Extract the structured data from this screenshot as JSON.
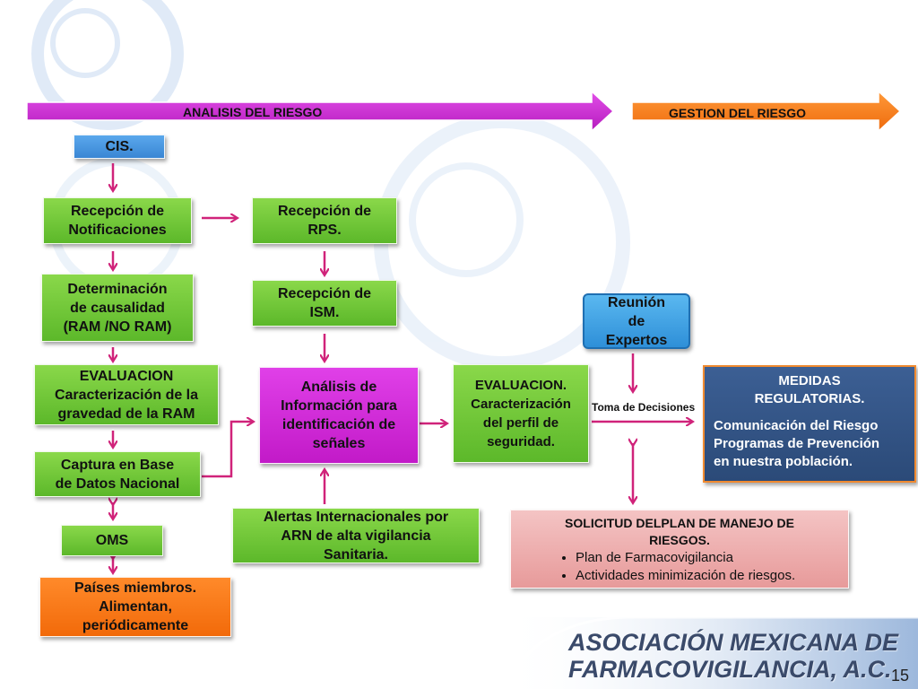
{
  "header": {
    "analysis_label": "ANALISIS DEL RIESGO",
    "management_label": "GESTION DEL RIESGO"
  },
  "nodes": {
    "cis": "CIS.",
    "recepcion_notificaciones": [
      "Recepción de",
      "Notificaciones"
    ],
    "determinacion": [
      "Determinación",
      "de causalidad",
      "(RAM /NO  RAM)"
    ],
    "evaluacion_ram": [
      "EVALUACION",
      "Caracterización de la",
      "gravedad de la RAM"
    ],
    "captura": [
      "Captura en Base",
      "de Datos Nacional"
    ],
    "oms": "OMS",
    "paises": [
      "Países miembros.",
      "Alimentan,",
      "periódicamente"
    ],
    "recepcion_rps": [
      "Recepción de",
      "RPS."
    ],
    "recepcion_ism": [
      "Recepción de",
      "ISM."
    ],
    "analisis": [
      "Análisis de",
      "Información para",
      "identificación de",
      "señales"
    ],
    "alertas": [
      "Alertas Internacionales por",
      "ARN de alta vigilancia",
      "Sanitaria."
    ],
    "evaluacion_perfil": [
      "EVALUACION.",
      "Caracterización",
      "del perfil de",
      "seguridad."
    ],
    "reunion": [
      "Reunión",
      "de",
      "Expertos"
    ],
    "toma_decisiones": "Toma de  Decisiones",
    "medidas": {
      "title": [
        "MEDIDAS",
        "REGULATORIAS."
      ],
      "items": [
        "Comunicación del Riesgo",
        "Programas de Prevención",
        "en nuestra población."
      ]
    },
    "solicitud": {
      "title": [
        "SOLICITUD DELPLAN DE MANEJO DE",
        "RIESGOS."
      ],
      "bullets": [
        "Plan de Farmacovigilancia",
        "Actividades minimización de riesgos."
      ]
    }
  },
  "footer": {
    "brand_line1": "ASOCIACIÓN MEXICANA DE",
    "brand_line2": "FARMACOVIGILANCIA, A.C.",
    "page_number": "15"
  },
  "colors": {
    "green": "#6cc236",
    "magenta": "#d22ad8",
    "blue": "#3a9de2",
    "orange": "#f57a14",
    "navy": "#34557f",
    "pink": "#eeb0b0",
    "arrow": "#d0237a"
  }
}
